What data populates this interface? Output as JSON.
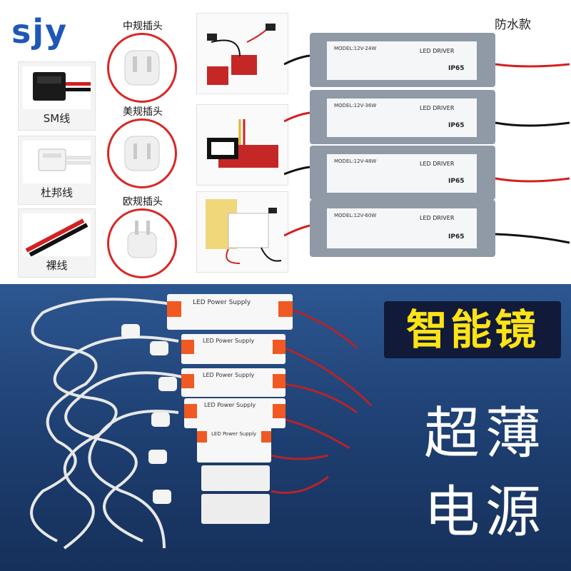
{
  "brand": "sjy",
  "cables": [
    {
      "label": "SM线"
    },
    {
      "label": "杜邦线"
    },
    {
      "label": "裸线"
    }
  ],
  "plugs": [
    {
      "label": "中规插头"
    },
    {
      "label": "美规插头"
    },
    {
      "label": "欧规插头"
    }
  ],
  "waterproof_label": "防水款",
  "drivers": [
    {
      "model": "MODEL:12V-24W",
      "name": "LED DRIVER",
      "rating": "IP65"
    },
    {
      "model": "MODEL:12V-36W",
      "name": "LED DRIVER",
      "rating": "IP65"
    },
    {
      "model": "MODEL:12V-48W",
      "name": "LED DRIVER",
      "rating": "IP65"
    },
    {
      "model": "MODEL:12V-60W",
      "name": "LED DRIVER",
      "rating": "IP65"
    }
  ],
  "supplies": [
    {
      "title": "LED Power Supply"
    },
    {
      "title": "LED Power Supply"
    },
    {
      "title": "LED Power Supply"
    },
    {
      "title": "LED Power Supply"
    },
    {
      "title": "LED Power Supply"
    }
  ],
  "headline": {
    "line1": "智能镜",
    "line2": "超薄",
    "line3": "电源"
  },
  "colors": {
    "accent_red": "#d92626",
    "brand_blue": "#1f57b6",
    "title_yellow": "#ffe317",
    "bg_blue": "#1f3f6f"
  }
}
